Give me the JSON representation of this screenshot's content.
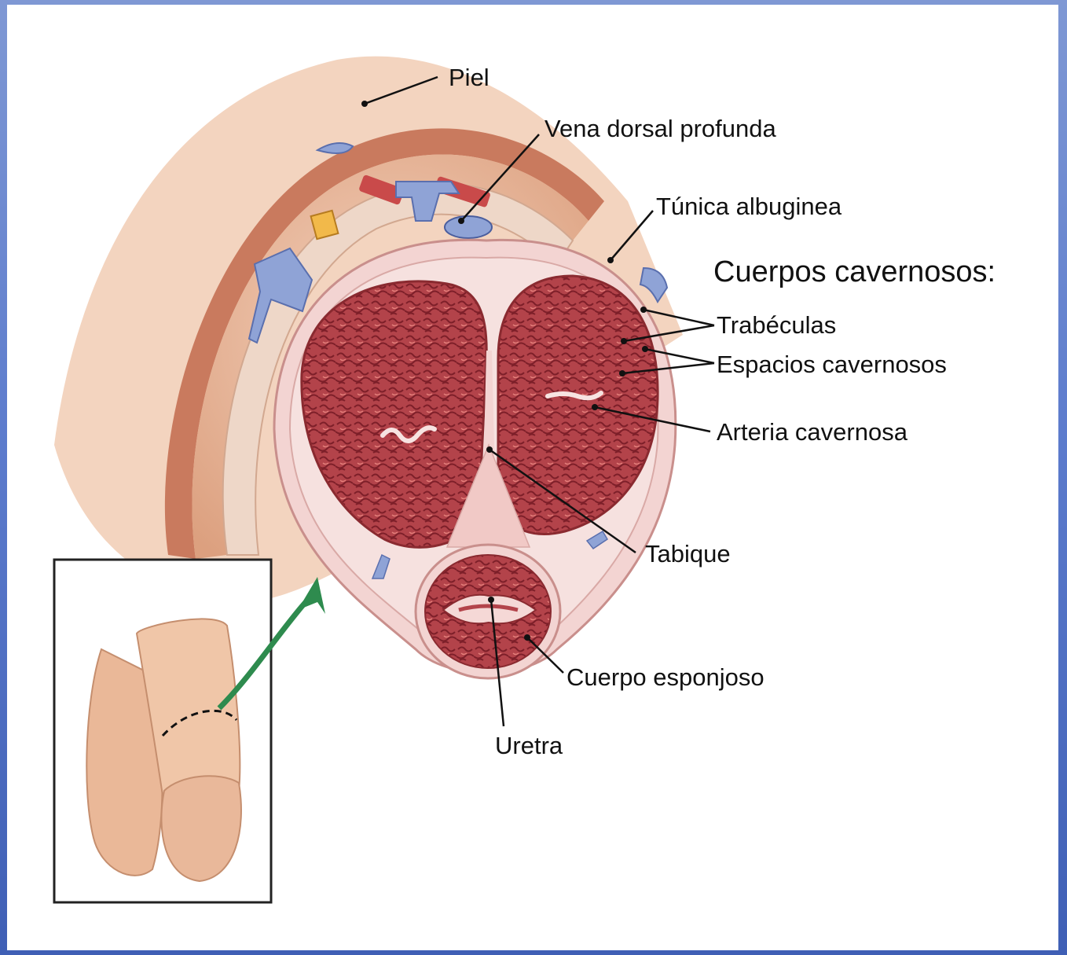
{
  "labels": {
    "piel": "Piel",
    "vena_dorsal_profunda": "Vena dorsal profunda",
    "tunica_albuginea": "Túnica albuginea",
    "cuerpos_cavernosos": "Cuerpos cavernosos:",
    "trabeculas": "Trabéculas",
    "espacios_cavernosos": "Espacios cavernosos",
    "arteria_cavernosa": "Arteria cavernosa",
    "tabique": "Tabique",
    "cuerpo_esponjoso": "Cuerpo esponjoso",
    "uretra": "Uretra"
  },
  "colors": {
    "skin": "#e9b79a",
    "skin_band": "#c97a5e",
    "tissue": "#b3434a",
    "tunica": "#f3d4d2",
    "vein": "#8fa3d6",
    "artery": "#c94a4a",
    "arrow": "#2e8b4e",
    "background": "#5d7ccd"
  }
}
